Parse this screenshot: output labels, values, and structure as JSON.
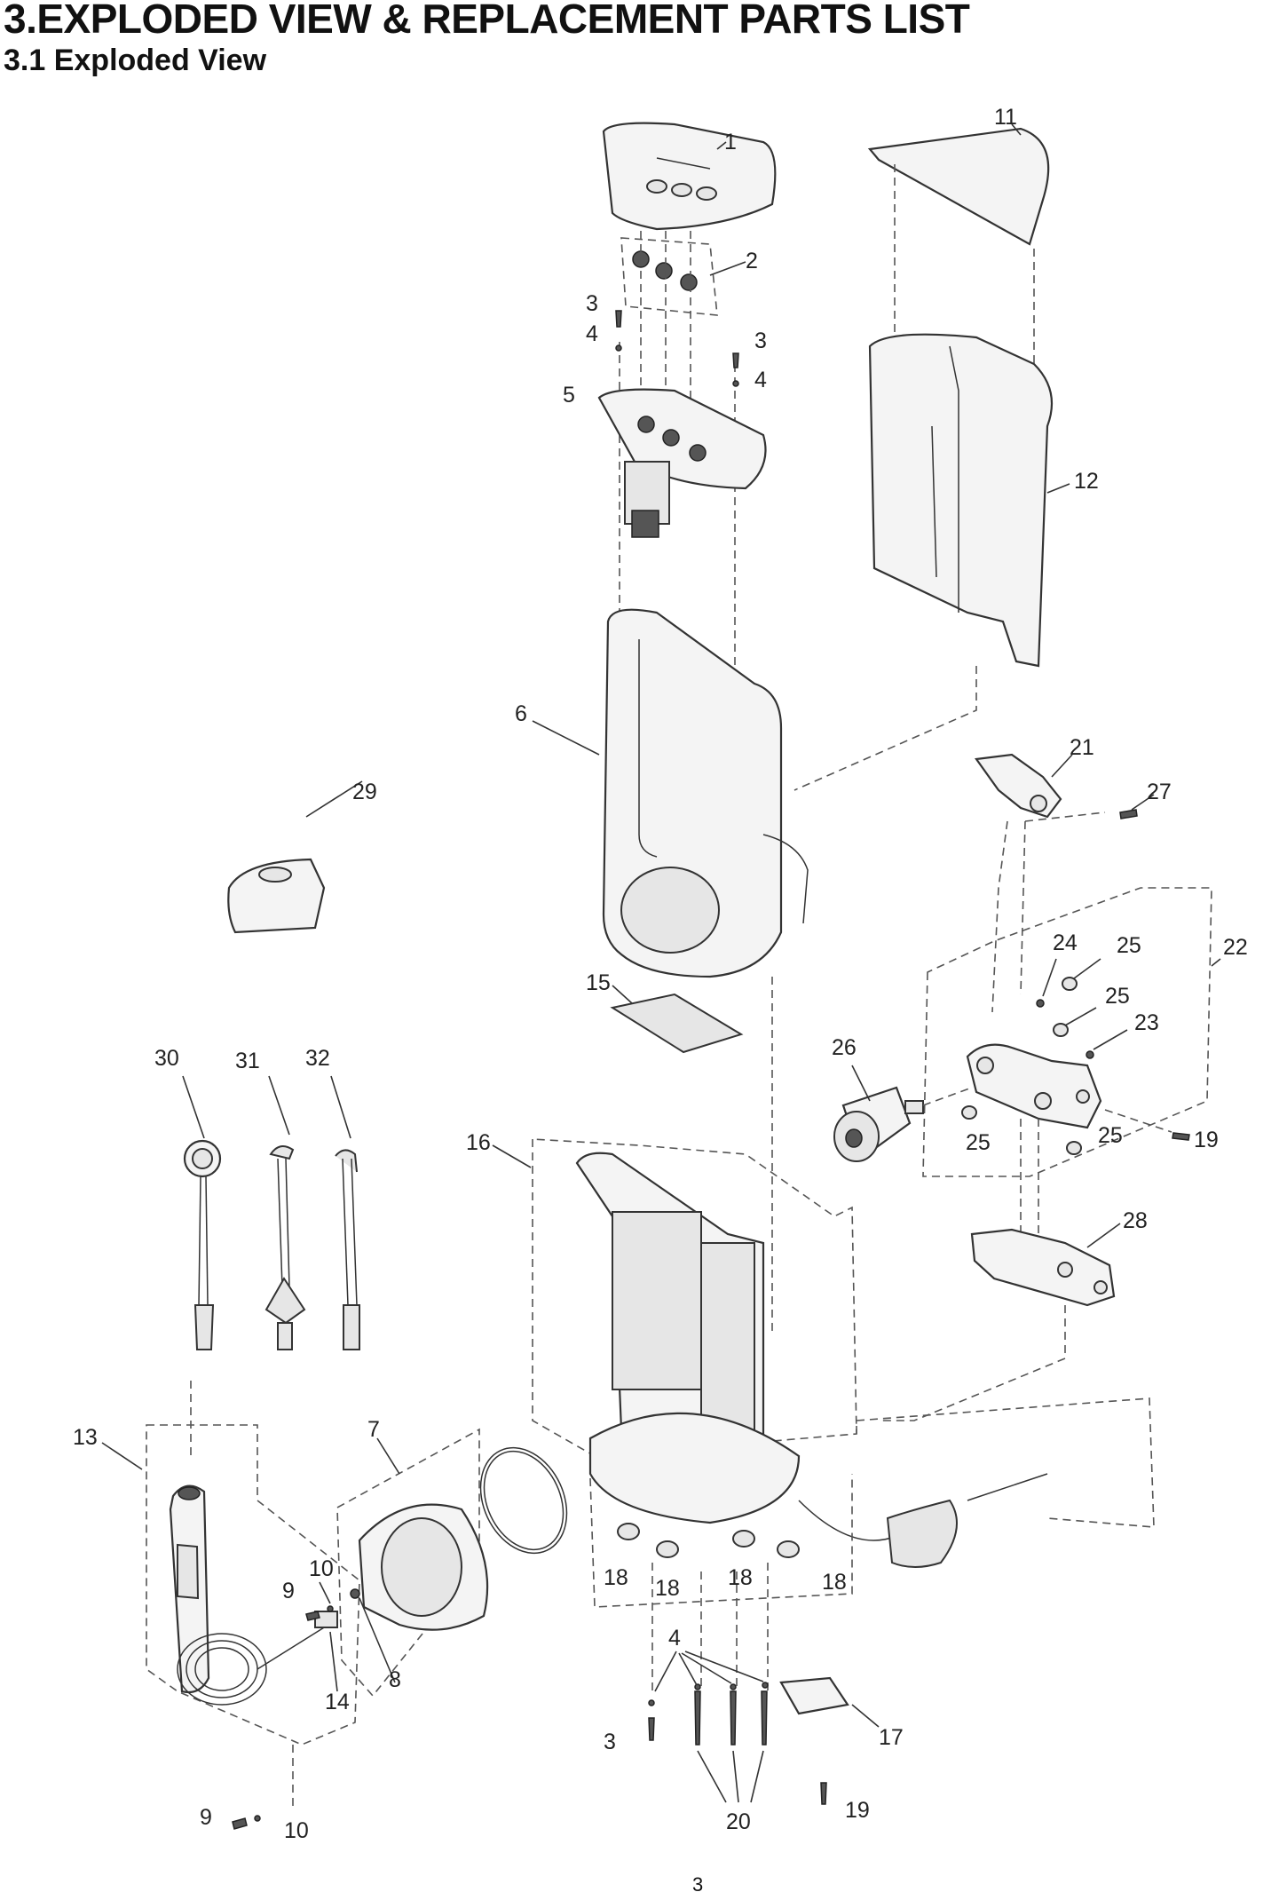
{
  "heading": "3.EXPLODED VIEW & REPLACEMENT PARTS LIST",
  "subheading": "3.1 Exploded View",
  "page_number": "3",
  "callouts": {
    "c1": "1",
    "c2": "2",
    "c3a": "3",
    "c3b": "3",
    "c3c": "3",
    "c4a": "4",
    "c4b": "4",
    "c4c": "4",
    "c5": "5",
    "c6": "6",
    "c7": "7",
    "c8": "8",
    "c9a": "9",
    "c9b": "9",
    "c10a": "10",
    "c10b": "10",
    "c11": "11",
    "c12": "12",
    "c13": "13",
    "c14": "14",
    "c15": "15",
    "c16": "16",
    "c17": "17",
    "c18a": "18",
    "c18b": "18",
    "c18c": "18",
    "c18d": "18",
    "c19a": "19",
    "c19b": "19",
    "c20": "20",
    "c21": "21",
    "c22": "22",
    "c23": "23",
    "c24": "24",
    "c25a": "25",
    "c25b": "25",
    "c25c": "25",
    "c25d": "25",
    "c26": "26",
    "c27": "27",
    "c28": "28",
    "c29": "29",
    "c30": "30",
    "c31": "31",
    "c32": "32"
  }
}
